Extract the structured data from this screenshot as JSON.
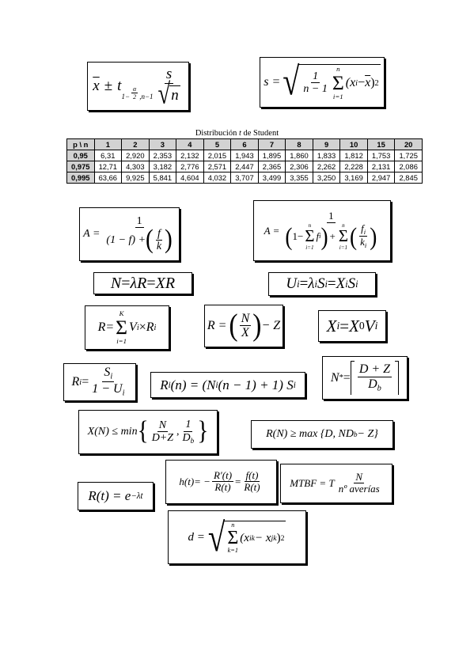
{
  "formulas": {
    "conf_interval": {
      "xbar": "x",
      "pm": "±",
      "t": "t",
      "sub_one_minus": "1−",
      "alpha": "α",
      "two": "2",
      "nminus1": ",n−1",
      "s": "s",
      "n": "n"
    },
    "std_dev": {
      "lhs": "s =",
      "one": "1",
      "nm1": "n − 1",
      "sum_top": "n",
      "sum_bottom": "i=1",
      "term": "(x",
      "i": "i",
      "minus": " − ",
      "xbar": "x",
      "close": ")",
      "sq": "2"
    },
    "amdahl1": {
      "lhs": "A =",
      "one": "1",
      "den_left": "(1 − f) +",
      "f": "f",
      "k": "k"
    },
    "amdahl2": {
      "lhs": "A =",
      "one": "1",
      "one_minus": "1−",
      "sum_top": "n",
      "sum_bottom": "i=1",
      "f": "f",
      "i": "i",
      "plus": "+",
      "k": "k"
    },
    "little": {
      "text_n": "N",
      "eq1": " = ",
      "lambda": "λ",
      "r1": "R",
      "eq2": " = ",
      "x": "X",
      "r2": "R"
    },
    "utilization": {
      "u": "U",
      "i": "i",
      "eq1": " = ",
      "lambda": "λ",
      "s": "S",
      "eq2": " = ",
      "x": "X"
    },
    "resp_sum": {
      "lhs": "R=",
      "sum_top": "K",
      "sum_bottom": "i=1",
      "v": "V",
      "i": "i",
      "times": " × ",
      "r": "R"
    },
    "resp_law": {
      "lhs": "R =",
      "n": "N",
      "x": "X",
      "rest": " − Z"
    },
    "forced_flow": {
      "x": "X",
      "i": "i",
      "eq": " = ",
      "x0": "X",
      "zero": "0",
      "v": "V"
    },
    "resp_station": {
      "r": "R",
      "i": "i",
      "eq": " = ",
      "s": "S",
      "den": "1 − U"
    },
    "mva": {
      "text": "R",
      "i": "i",
      "rest1": "(n) = (N",
      "rest2": "(n − 1) + 1) S"
    },
    "nstar": {
      "n": "N",
      "star": "*",
      "eq": " = ",
      "num": "D + Z",
      "db": "D",
      "b": "b"
    },
    "bound_x": {
      "lhs": "X(N) ≤ min",
      "n": "N",
      "den1": "D+Z",
      "comma": ",",
      "one": "1",
      "db": "D",
      "b": "b"
    },
    "bound_r": {
      "text": "R(N) ≥ max {D, ND",
      "b": "b",
      "rest": " − Z}"
    },
    "reliability": {
      "lhs": "R(t) = e",
      "exp": "−λt"
    },
    "hazard": {
      "lhs": "h(t)= −",
      "rp": "R′(t)",
      "r": "R(t)",
      "eq": " = ",
      "ft": "f(t)",
      "rt": "R(t)"
    },
    "mtbf": {
      "lhs": "MTBF = T",
      "n": "N",
      "den": "nº averías"
    },
    "distance": {
      "lhs": "d =",
      "sum_top": "n",
      "sum_bottom": "k=1",
      "term": "(x",
      "ik": "ik",
      "minus": " − x",
      "jk": "jk",
      "close": ")",
      "sq": "2"
    }
  },
  "student_table": {
    "caption_pre": "Distribución",
    "caption_t": "t",
    "caption_post": "de Student",
    "header": [
      "p \\ n",
      "1",
      "2",
      "3",
      "4",
      "5",
      "6",
      "7",
      "8",
      "9",
      "10",
      "15",
      "20"
    ],
    "rows": [
      [
        "0,95",
        "6,31",
        "2,920",
        "2,353",
        "2,132",
        "2,015",
        "1,943",
        "1,895",
        "1,860",
        "1,833",
        "1,812",
        "1,753",
        "1,725"
      ],
      [
        "0,975",
        "12,71",
        "4,303",
        "3,182",
        "2,776",
        "2,571",
        "2,447",
        "2,365",
        "2,306",
        "2,262",
        "2,228",
        "2,131",
        "2,086"
      ],
      [
        "0,995",
        "63,66",
        "9,925",
        "5,841",
        "4,604",
        "4,032",
        "3,707",
        "3,499",
        "3,355",
        "3,250",
        "3,169",
        "2,947",
        "2,845"
      ]
    ]
  }
}
